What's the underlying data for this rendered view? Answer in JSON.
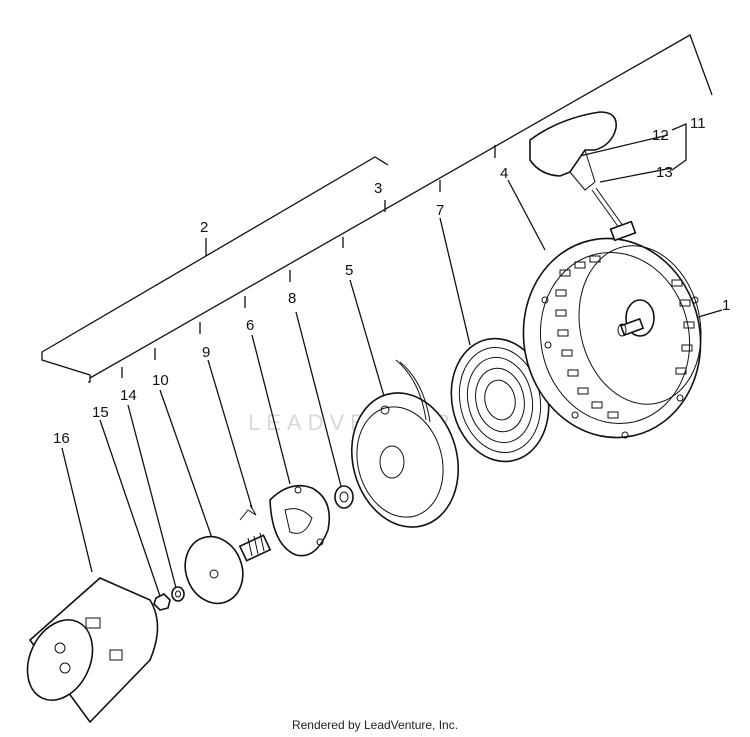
{
  "callouts": [
    "1",
    "2",
    "3",
    "4",
    "5",
    "6",
    "7",
    "8",
    "9",
    "10",
    "11",
    "12",
    "13",
    "14",
    "15",
    "16"
  ],
  "watermark": "LEADVENTURE",
  "footer": "Rendered by LeadVenture, Inc."
}
